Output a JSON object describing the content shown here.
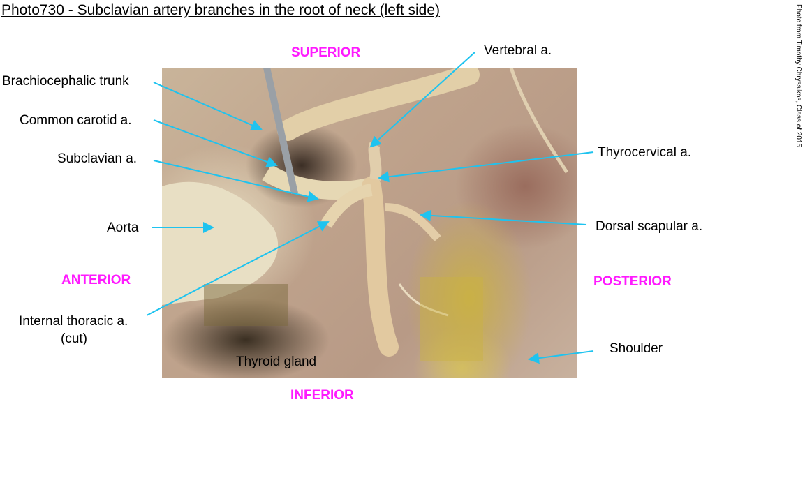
{
  "title": "Photo730 - Subclavian artery branches in the root of neck (left side)",
  "credit": "Photo from Timothy Chryssikos, Class of 2015",
  "directions": {
    "superior": "SUPERIOR",
    "inferior": "INFERIOR",
    "anterior": "ANTERIOR",
    "posterior": "POSTERIOR"
  },
  "labels": {
    "brachiocephalic": "Brachiocephalic trunk",
    "common_carotid": "Common carotid a.",
    "subclavian": "Subclavian a.",
    "aorta": "Aorta",
    "internal_thoracic": "Internal thoracic a.",
    "internal_thoracic_note": "(cut)",
    "vertebral": "Vertebral a.",
    "thyrocervical": "Thyrocervical a.",
    "dorsal_scapular": "Dorsal scapular a.",
    "shoulder": "Shoulder",
    "thyroid": "Thyroid gland"
  },
  "colors": {
    "arrow": "#1ec3ef",
    "direction": "#ff1aff"
  }
}
